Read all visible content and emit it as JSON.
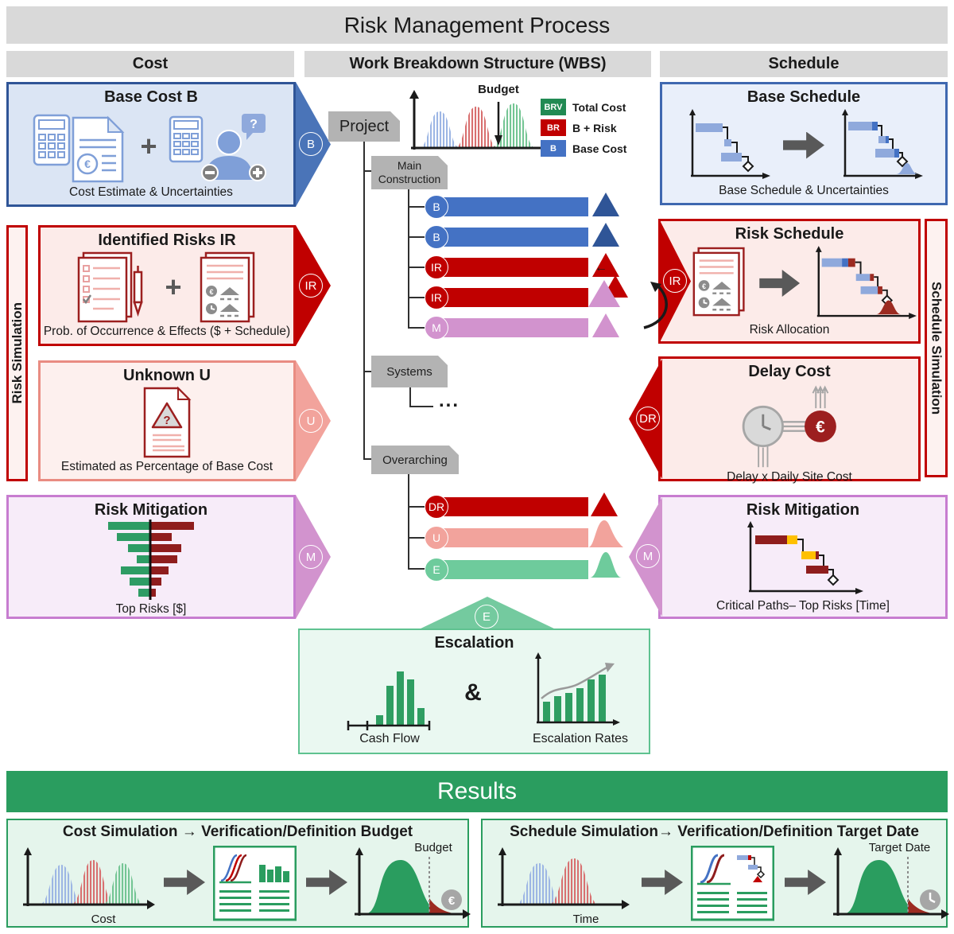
{
  "title": "Risk Management Process",
  "columns": {
    "cost": "Cost",
    "wbs": "Work Breakdown Structure (WBS)",
    "schedule": "Schedule"
  },
  "icons": {
    "euro": "€",
    "question": "?",
    "plus_sign": "+",
    "arrow_left": "←"
  },
  "left": {
    "risk_simulation_label": "Risk Simulation",
    "base_cost": {
      "title": "Base Cost B",
      "caption": "Cost Estimate & Uncertainties",
      "badge": "B"
    },
    "identified_risks": {
      "title": "Identified Risks IR",
      "caption": "Prob. of Occurrence & Effects ($ + Schedule)",
      "badge": "IR"
    },
    "unknown": {
      "title": "Unknown U",
      "caption": "Estimated as Percentage of Base Cost",
      "badge": "U"
    },
    "risk_mitigation": {
      "title": "Risk Mitigation",
      "caption": "Top Risks [$]",
      "badge": "M"
    }
  },
  "right": {
    "schedule_simulation_label": "Schedule Simulation",
    "base_schedule": {
      "title": "Base Schedule",
      "caption": "Base Schedule & Uncertainties"
    },
    "risk_schedule": {
      "title": "Risk Schedule",
      "caption": "Risk Allocation",
      "badge": "IR"
    },
    "delay_cost": {
      "title": "Delay Cost",
      "caption": "Delay x Daily Site Cost",
      "badge": "DR"
    },
    "risk_mitigation": {
      "title": "Risk Mitigation",
      "caption": "Critical Paths– Top Risks [Time]",
      "badge": "M"
    }
  },
  "wbs": {
    "project": "Project",
    "main_construction": "Main Construction",
    "systems": "Systems",
    "overarching": "Overarching",
    "ellipsis": "...",
    "budget_label": "Budget",
    "legend": [
      {
        "badge": "BRV",
        "label": "Total Cost",
        "color": "#218a53"
      },
      {
        "badge": "BR",
        "label": "B + Risk",
        "color": "#c00000"
      },
      {
        "badge": "B",
        "label": "Base Cost",
        "color": "#4472c4"
      }
    ],
    "main_bars": [
      {
        "badge": "B"
      },
      {
        "badge": "B"
      },
      {
        "badge": "IR"
      },
      {
        "badge": "IR"
      },
      {
        "badge": "M"
      }
    ],
    "overarching_bars": [
      {
        "badge": "DR"
      },
      {
        "badge": "U"
      },
      {
        "badge": "E"
      }
    ],
    "escalation_badge": "E"
  },
  "escalation": {
    "title": "Escalation",
    "amp": "&",
    "cash_flow": "Cash Flow",
    "rates": "Escalation Rates"
  },
  "results": {
    "header": "Results",
    "cost_box": {
      "title": "Cost Simulation → Verification/Definition Budget",
      "x_label": "Cost",
      "marker_label": "Budget"
    },
    "schedule_box": {
      "title": "Schedule Simulation→ Verification/Definition Target Date",
      "x_label": "Time",
      "marker_label": "Target Date"
    }
  },
  "colors": {
    "blue": "#4472c4",
    "dark_blue": "#2f5597",
    "red": "#c00000",
    "salmon": "#f2a39c",
    "orchid": "#d293ce",
    "green": "#2a9d5f",
    "light_green": "#6ecb9c",
    "header_gray": "#d9d9d9"
  }
}
